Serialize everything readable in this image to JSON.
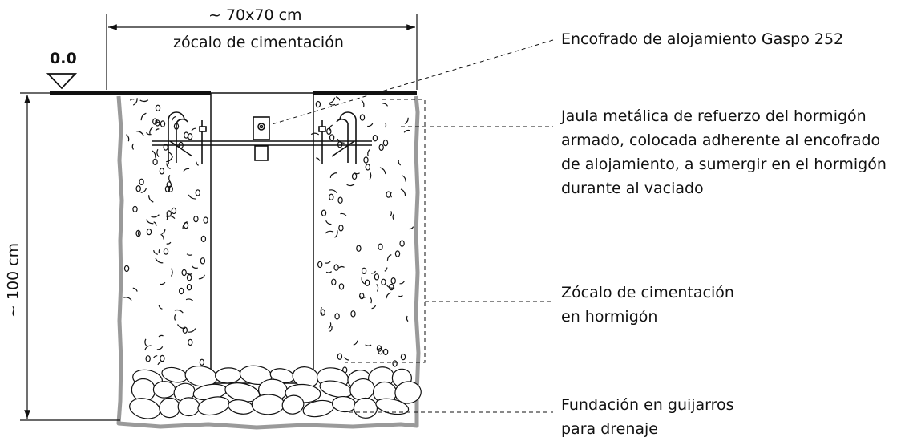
{
  "dimensions": {
    "width_label": "~ 70x70 cm",
    "width_caption": "zócalo de cimentación",
    "height_label": "~ 100 cm",
    "level_label": "0.0"
  },
  "callouts": {
    "formwork": "Encofrado de alojamiento Gaspo 252",
    "cage": [
      "Jaula metálica de refuerzo del hormigón",
      "armado, colocada adherente al encofrado",
      "de alojamiento, a sumergir en el hormigón",
      "durante al vaciado"
    ],
    "foundation": [
      "Zócalo de cimentación",
      "en hormigón"
    ],
    "gravel": [
      "Fundación en guijarros",
      "para drenaje"
    ]
  }
}
